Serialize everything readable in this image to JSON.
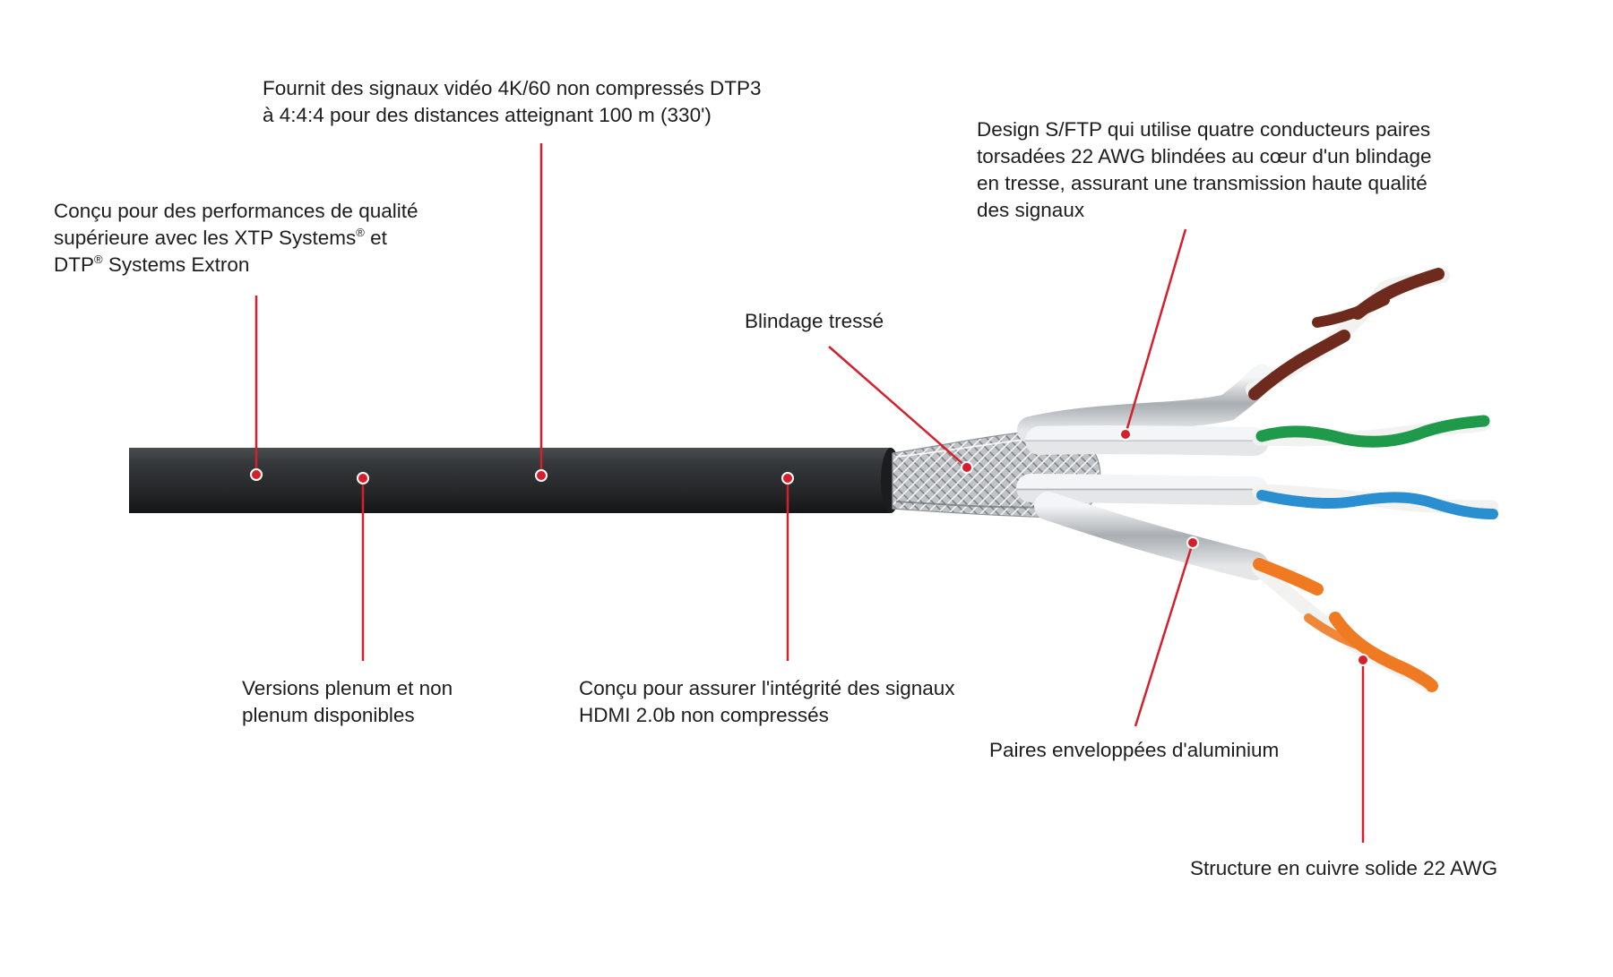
{
  "colors": {
    "callout_line": "#d4202c",
    "jacket": "#2b2d2e",
    "shield": "#c7cbce",
    "pair_brown": "#6e2a1c",
    "pair_green": "#1f9a4a",
    "pair_blue": "#2a8fd0",
    "pair_orange": "#f07a22",
    "white_wire": "#f2f2f0"
  },
  "callouts": {
    "xtp": {
      "line1": "Conçu pour des performances de qualité",
      "line2a": "supérieure avec les XTP Systems",
      "line2b": " et",
      "line3a": "DTP",
      "line3b": " Systems Extron",
      "reg": "®"
    },
    "video": {
      "line1": "Fournit des signaux vidéo 4K/60 non compressés DTP3",
      "line2": "à 4:4:4 pour des distances atteignant 100 m (330')"
    },
    "sftp": {
      "line1": "Design S/FTP qui utilise quatre conducteurs paires",
      "line2": "torsadées 22 AWG blindées au cœur d'un blindage",
      "line3": "en tresse, assurant une transmission haute qualité",
      "line4": "des signaux"
    },
    "braid": {
      "line1": "Blindage tressé"
    },
    "plenum": {
      "line1": "Versions plenum et non",
      "line2": "plenum disponibles"
    },
    "hdmi": {
      "line1": "Conçu pour assurer l'intégrité des signaux",
      "line2": "HDMI 2.0b non compressés"
    },
    "foil": {
      "line1": "Paires enveloppées d'aluminium"
    },
    "copper": {
      "line1": "Structure en cuivre solide 22 AWG"
    }
  }
}
